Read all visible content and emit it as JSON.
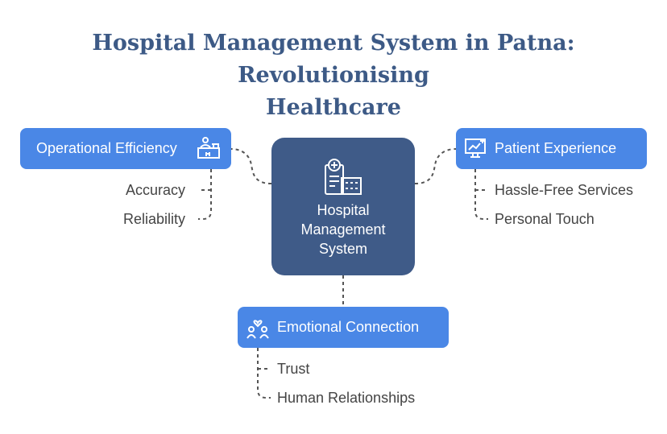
{
  "title": {
    "line1": "Hospital Management System in Patna: Revolutionising",
    "line2": "Healthcare"
  },
  "center": {
    "label_line1": "Hospital",
    "label_line2": "Management",
    "label_line3": "System",
    "icon": "hospital-building-icon"
  },
  "branches": {
    "operational": {
      "label": "Operational Efficiency",
      "icon": "workstation-icon",
      "leaves": [
        "Accuracy",
        "Reliability"
      ]
    },
    "patient": {
      "label": "Patient Experience",
      "icon": "monitor-chart-icon",
      "leaves": [
        "Hassle-Free Services",
        "Personal Touch"
      ]
    },
    "emotional": {
      "label": "Emotional Connection",
      "icon": "people-heart-icon",
      "leaves": [
        "Trust",
        "Human Relationships"
      ]
    }
  },
  "colors": {
    "title": "#3d5a86",
    "center_box": "#3f5b88",
    "branch_pill": "#4a87e6",
    "leaf_text": "#444444",
    "connector": "#555555"
  }
}
